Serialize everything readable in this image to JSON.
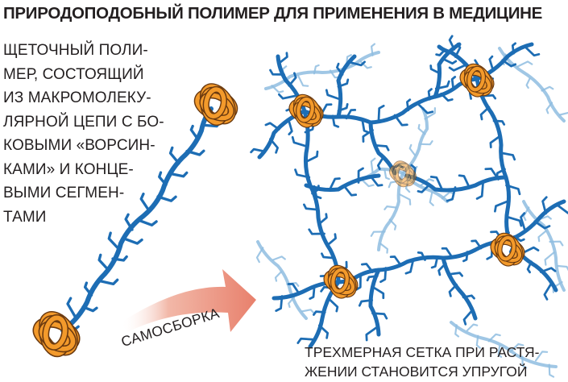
{
  "header": {
    "title": "ПРИРОДОПОДОБНЫЙ ПОЛИМЕР ДЛЯ ПРИМЕНЕНИЯ В МЕДИЦИНЕ"
  },
  "description": {
    "lines": [
      "ЩЕТОЧНЫЙ ПОЛИ-",
      "МЕР, СОСТОЯЩИЙ",
      "ИЗ МАКРОМОЛЕКУ-",
      "ЛЯРНОЙ ЦЕПИ С БО-",
      "КОВЫМИ «ВОРСИН-",
      "КАМИ» И КОНЦЕ-",
      "ВЫМИ СЕГМЕН-",
      "ТАМИ"
    ]
  },
  "arrow": {
    "label": "САМОСБОРКА"
  },
  "caption": {
    "lines": [
      "ТРЕХМЕРНАЯ СЕТКА ПРИ РАСТЯ-",
      "ЖЕНИИ СТАНОВИТСЯ УПРУГОЙ"
    ]
  },
  "colors": {
    "polymer_blue": "#1d6db4",
    "polymer_blue_light": "#8fbde0",
    "knot_orange": "#f39a2b",
    "knot_outline": "#6b3a10",
    "arrow_salmon": "#e8806c",
    "text": "#231f20"
  },
  "icons": [
    "polymer-knot-icon",
    "self-assembly-arrow-icon"
  ]
}
